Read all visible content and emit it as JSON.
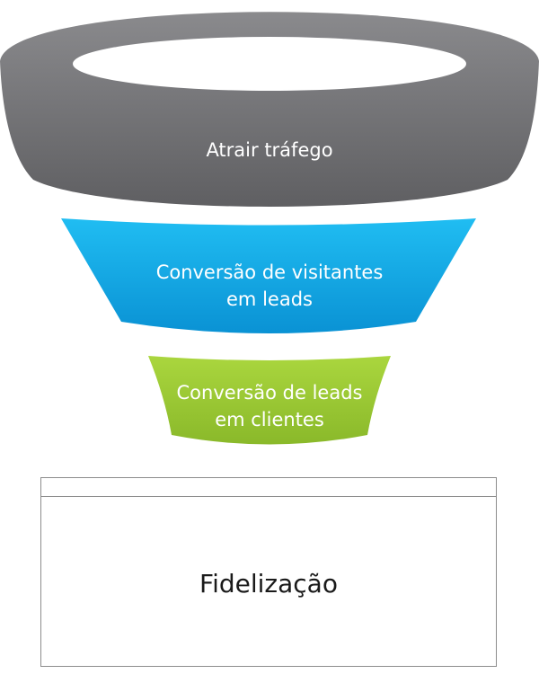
{
  "funnel": {
    "stages": [
      {
        "lines": [
          "Atrair tráfego"
        ],
        "color": "#77777a",
        "color_dark": "#5e5e61"
      },
      {
        "lines": [
          "Conversão de visitantes",
          "em leads"
        ],
        "color": "#13b0ec",
        "color_dark": "#0b96d6"
      },
      {
        "lines": [
          "Conversão de leads",
          "em clientes"
        ],
        "color": "#a3cf3a",
        "color_dark": "#8dbd2b"
      }
    ]
  },
  "retention": {
    "label": "Fidelização"
  }
}
